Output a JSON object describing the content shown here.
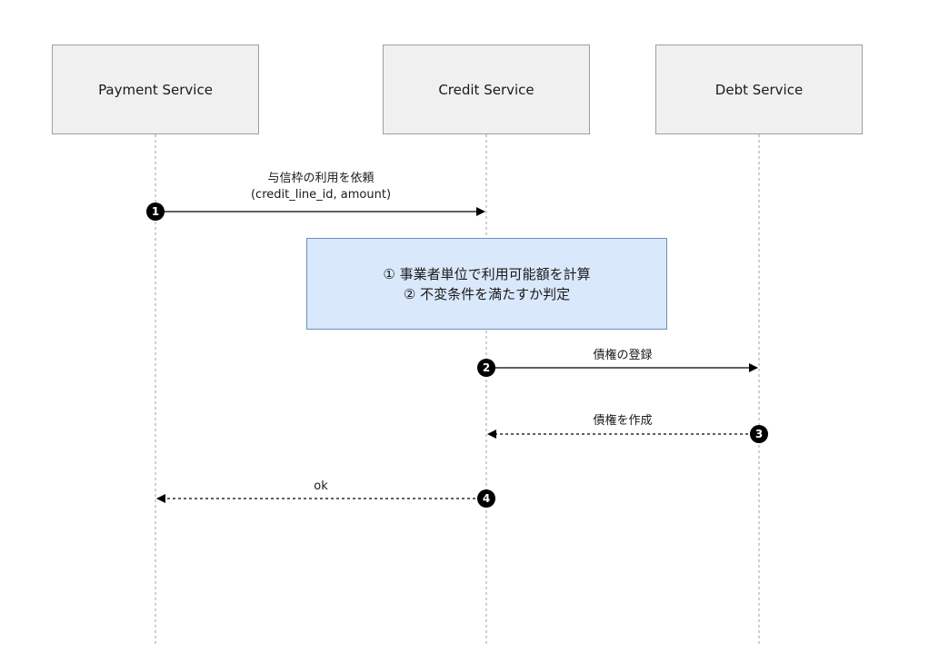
{
  "participants": [
    {
      "name": "Payment Service"
    },
    {
      "name": "Credit Service"
    },
    {
      "name": "Debt Service"
    }
  ],
  "messages": [
    {
      "step": "1",
      "line1": "与信枠の利用を依頼",
      "line2": "(credit_line_id, amount)",
      "style": "solid"
    },
    {
      "step": "2",
      "line1": "債権の登録",
      "style": "solid"
    },
    {
      "step": "3",
      "line1": "債権を作成",
      "style": "dashed"
    },
    {
      "step": "4",
      "line1": "ok",
      "style": "dashed"
    }
  ],
  "note": {
    "line1": "① 事業者単位で利用可能額を計算",
    "line2": "② 不変条件を満たすか判定"
  },
  "colors": {
    "participant_fill": "#f0f0f0",
    "participant_border": "#9e9e9e",
    "note_fill": "#dae8fc",
    "note_border": "#6c8ebf",
    "line": "#000000"
  }
}
